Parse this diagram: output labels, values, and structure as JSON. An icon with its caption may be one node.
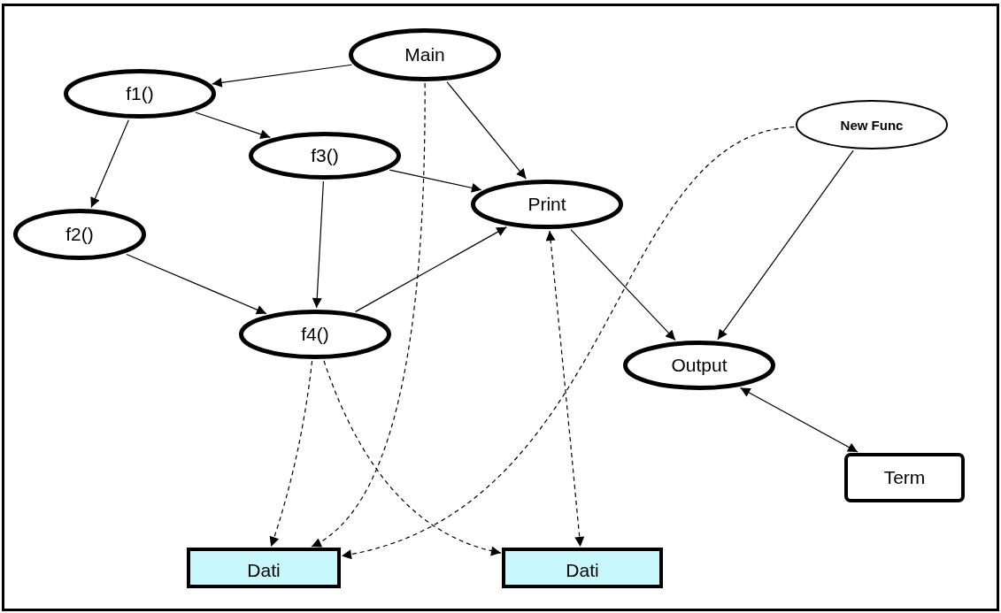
{
  "diagram": {
    "nodes": [
      {
        "text": [
          "Main"
        ]
      },
      {
        "text": [
          "f1()"
        ]
      },
      {
        "text": [
          "f3()"
        ]
      },
      {
        "text": [
          "Print"
        ]
      },
      {
        "text": [
          "New Func"
        ]
      },
      {
        "text": [
          "f2()"
        ]
      },
      {
        "text": [
          "f4()"
        ]
      },
      {
        "text": [
          "Output"
        ]
      },
      {
        "text": [
          "Term"
        ]
      },
      {
        "text": [
          "Dati"
        ]
      },
      {
        "text": [
          "Dati"
        ]
      }
    ],
    "edges": [
      {
        "from": 0,
        "to": 1,
        "arrow": "to"
      },
      {
        "from": 1,
        "to": 2,
        "arrow": "to"
      },
      {
        "from": 1,
        "to": 5,
        "arrow": "to"
      },
      {
        "from": 0,
        "to": 3,
        "arrow": "to"
      },
      {
        "from": 2,
        "to": 3,
        "arrow": "to"
      },
      {
        "from": 2,
        "to": 6,
        "arrow": "to"
      },
      {
        "from": 5,
        "to": 6,
        "arrow": "to"
      },
      {
        "from": 6,
        "to": 3,
        "arrow": "to"
      },
      {
        "from": 3,
        "to": 7,
        "arrow": "to"
      },
      {
        "from": 4,
        "to": 7,
        "arrow": "to"
      },
      {
        "from": 7,
        "to": 8,
        "arrow": "both"
      },
      {
        "from": 0,
        "to": 9,
        "arrow": "to",
        "style": "dashed"
      },
      {
        "from": 6,
        "to": 9,
        "arrow": "to",
        "style": "dashed"
      },
      {
        "from": 6,
        "to": 10,
        "arrow": "to",
        "style": "dashed"
      },
      {
        "from": 3,
        "to": 10,
        "arrow": "both",
        "style": "dashed"
      },
      {
        "from": 4,
        "to": 9,
        "arrow": "to",
        "style": "dashed"
      }
    ]
  }
}
